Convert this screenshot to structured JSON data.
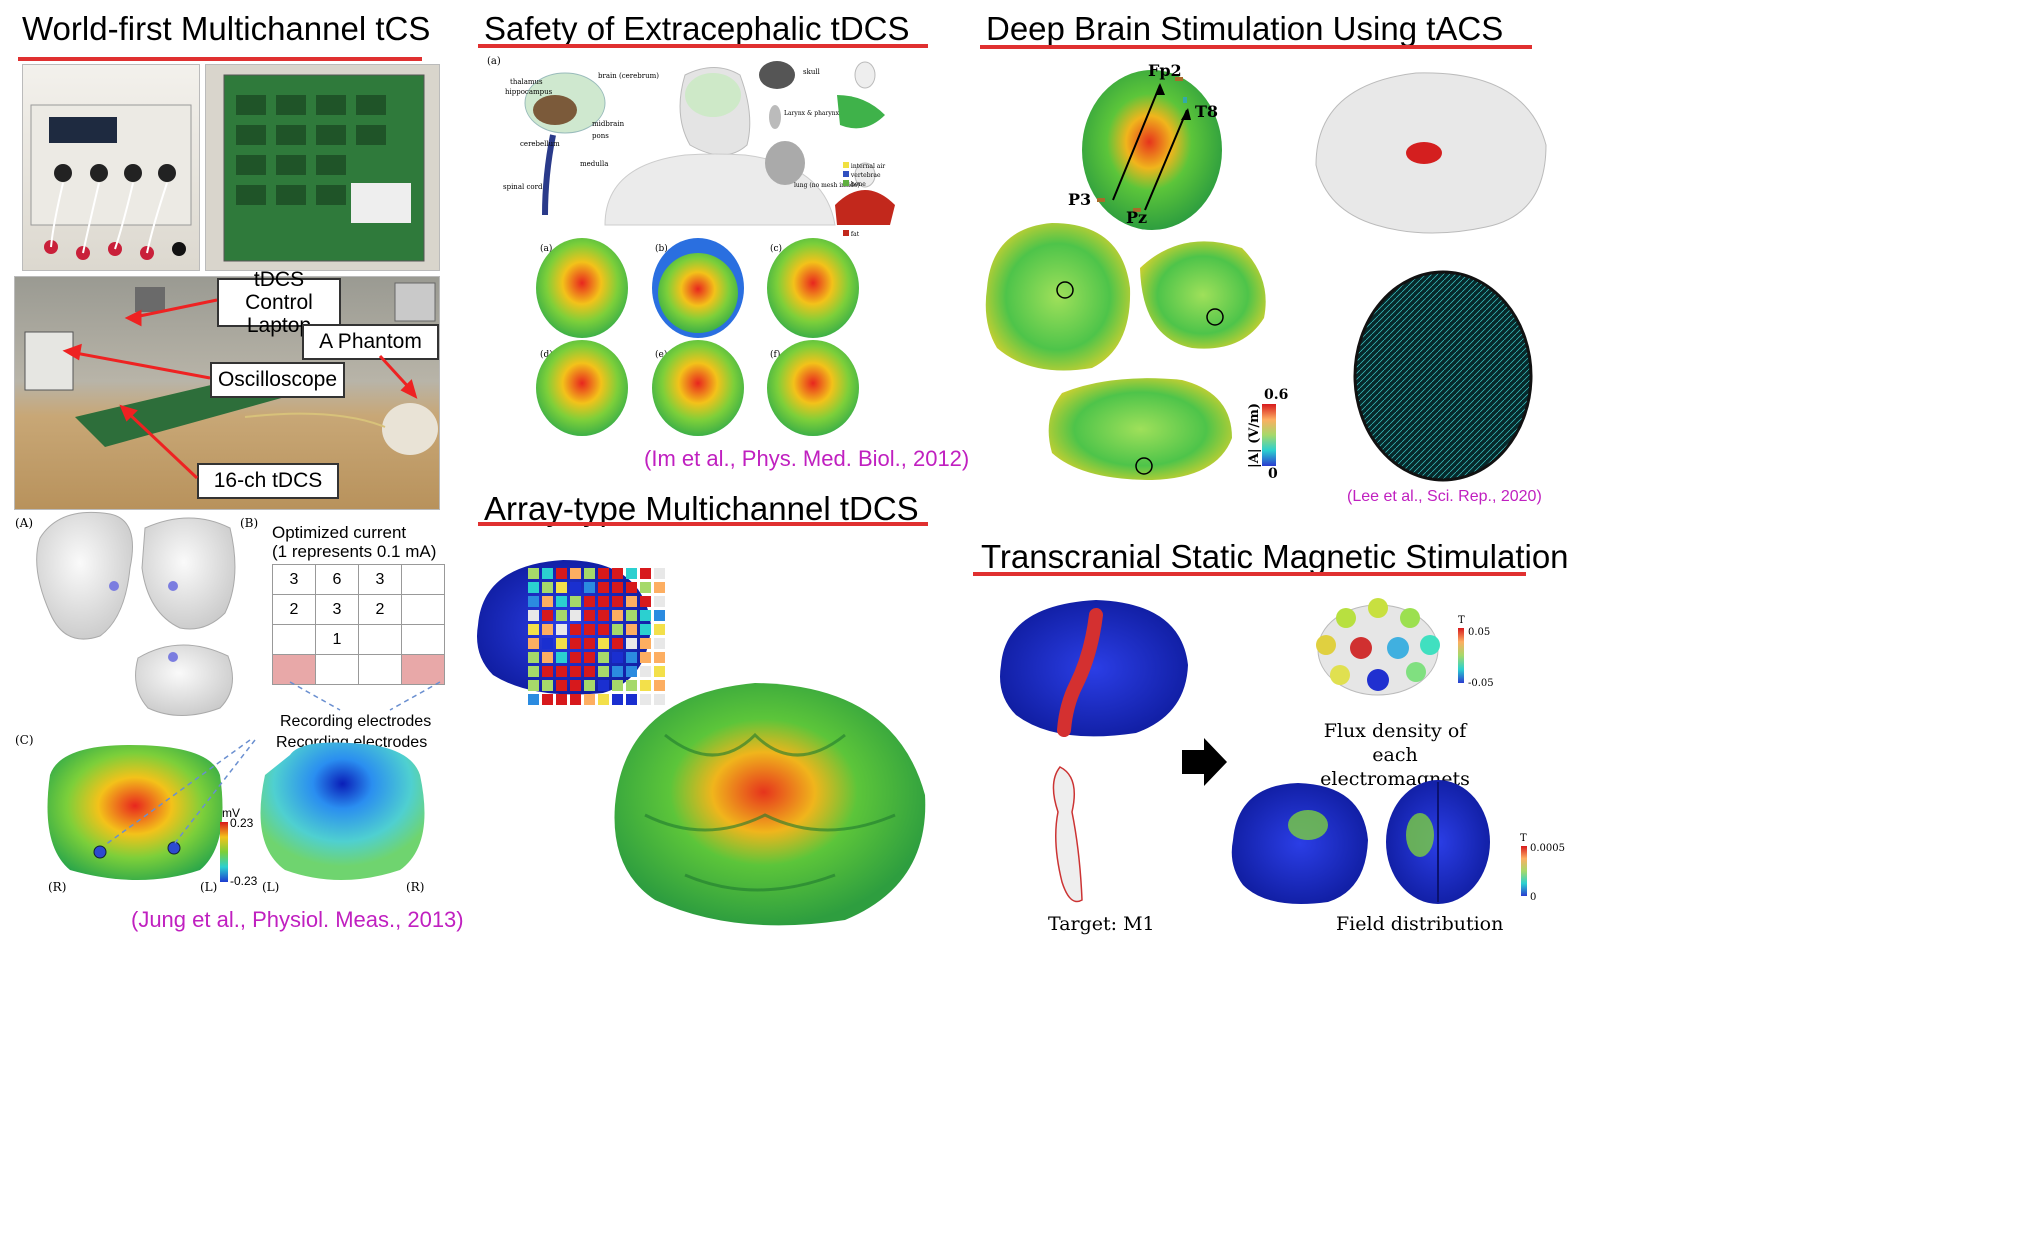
{
  "sections": {
    "multichannel": {
      "title": "World-first Multichannel tCS",
      "labels": [
        "tDCS Control Laptop",
        "A Phantom",
        "Oscilloscope",
        "16-ch tDCS"
      ],
      "panel_a": "(A)",
      "panel_b": "(B)",
      "panel_c": "(C)",
      "optimized_title": "Optimized current",
      "optimized_sub": "(1 represents 0.1 mA)",
      "grid": [
        [
          "3",
          "6",
          "3",
          ""
        ],
        [
          "2",
          "3",
          "2",
          ""
        ],
        [
          "",
          "1",
          "",
          ""
        ],
        [
          "",
          "",
          "",
          ""
        ]
      ],
      "recording_electrodes": "Recording electrodes",
      "mv_unit": "mV",
      "mv_max": "0.23",
      "mv_min": "-0.23",
      "side_r": "(R)",
      "side_l": "(L)",
      "citation": "(Jung et al., Physiol. Meas., 2013)"
    },
    "extracephalic": {
      "title": "Safety of Extracephalic tDCS",
      "panel_a": "(a)",
      "anatomy_labels": [
        "thalamus",
        "hippocampus",
        "brain (cerebrum)",
        "midbrain",
        "pons",
        "cerebellum",
        "medulla",
        "spinal cord",
        "skull",
        "Larynx & pharynx",
        "lung (no mesh inside)"
      ],
      "legend": [
        "internal air",
        "vertebrae",
        "bone",
        "fat"
      ],
      "sub_panels": [
        "(a)",
        "(b)",
        "(c)",
        "(d)",
        "(e)",
        "(f)"
      ],
      "citation": "(Im et al., Phys. Med. Biol., 2012)"
    },
    "array": {
      "title": "Array-type Multichannel tDCS"
    },
    "deep_brain": {
      "title": "Deep Brain Stimulation Using tACS",
      "electrodes": [
        "Fp2",
        "T8",
        "P3",
        "Pz"
      ],
      "colorbar_max": "0.6",
      "colorbar_min": "0",
      "colorbar_label": "|A| (V/m)",
      "citation": "(Lee et al., Sci. Rep., 2020)"
    },
    "tsms": {
      "title": "Transcranial Static Magnetic Stimulation",
      "flux_caption": "Flux density of each electromagnets",
      "flux_max": "0.05",
      "flux_min": "-0.05",
      "flux_unit": "T",
      "target_caption": "Target: M1",
      "field_caption": "Field distribution",
      "field_max": "0.0005",
      "field_min": "0",
      "field_unit": "T"
    }
  },
  "colors": {
    "rule": "#e03030",
    "citation": "#c020c0",
    "brain_blue": "#1a2fd0",
    "brain_green": "#39b54a"
  }
}
